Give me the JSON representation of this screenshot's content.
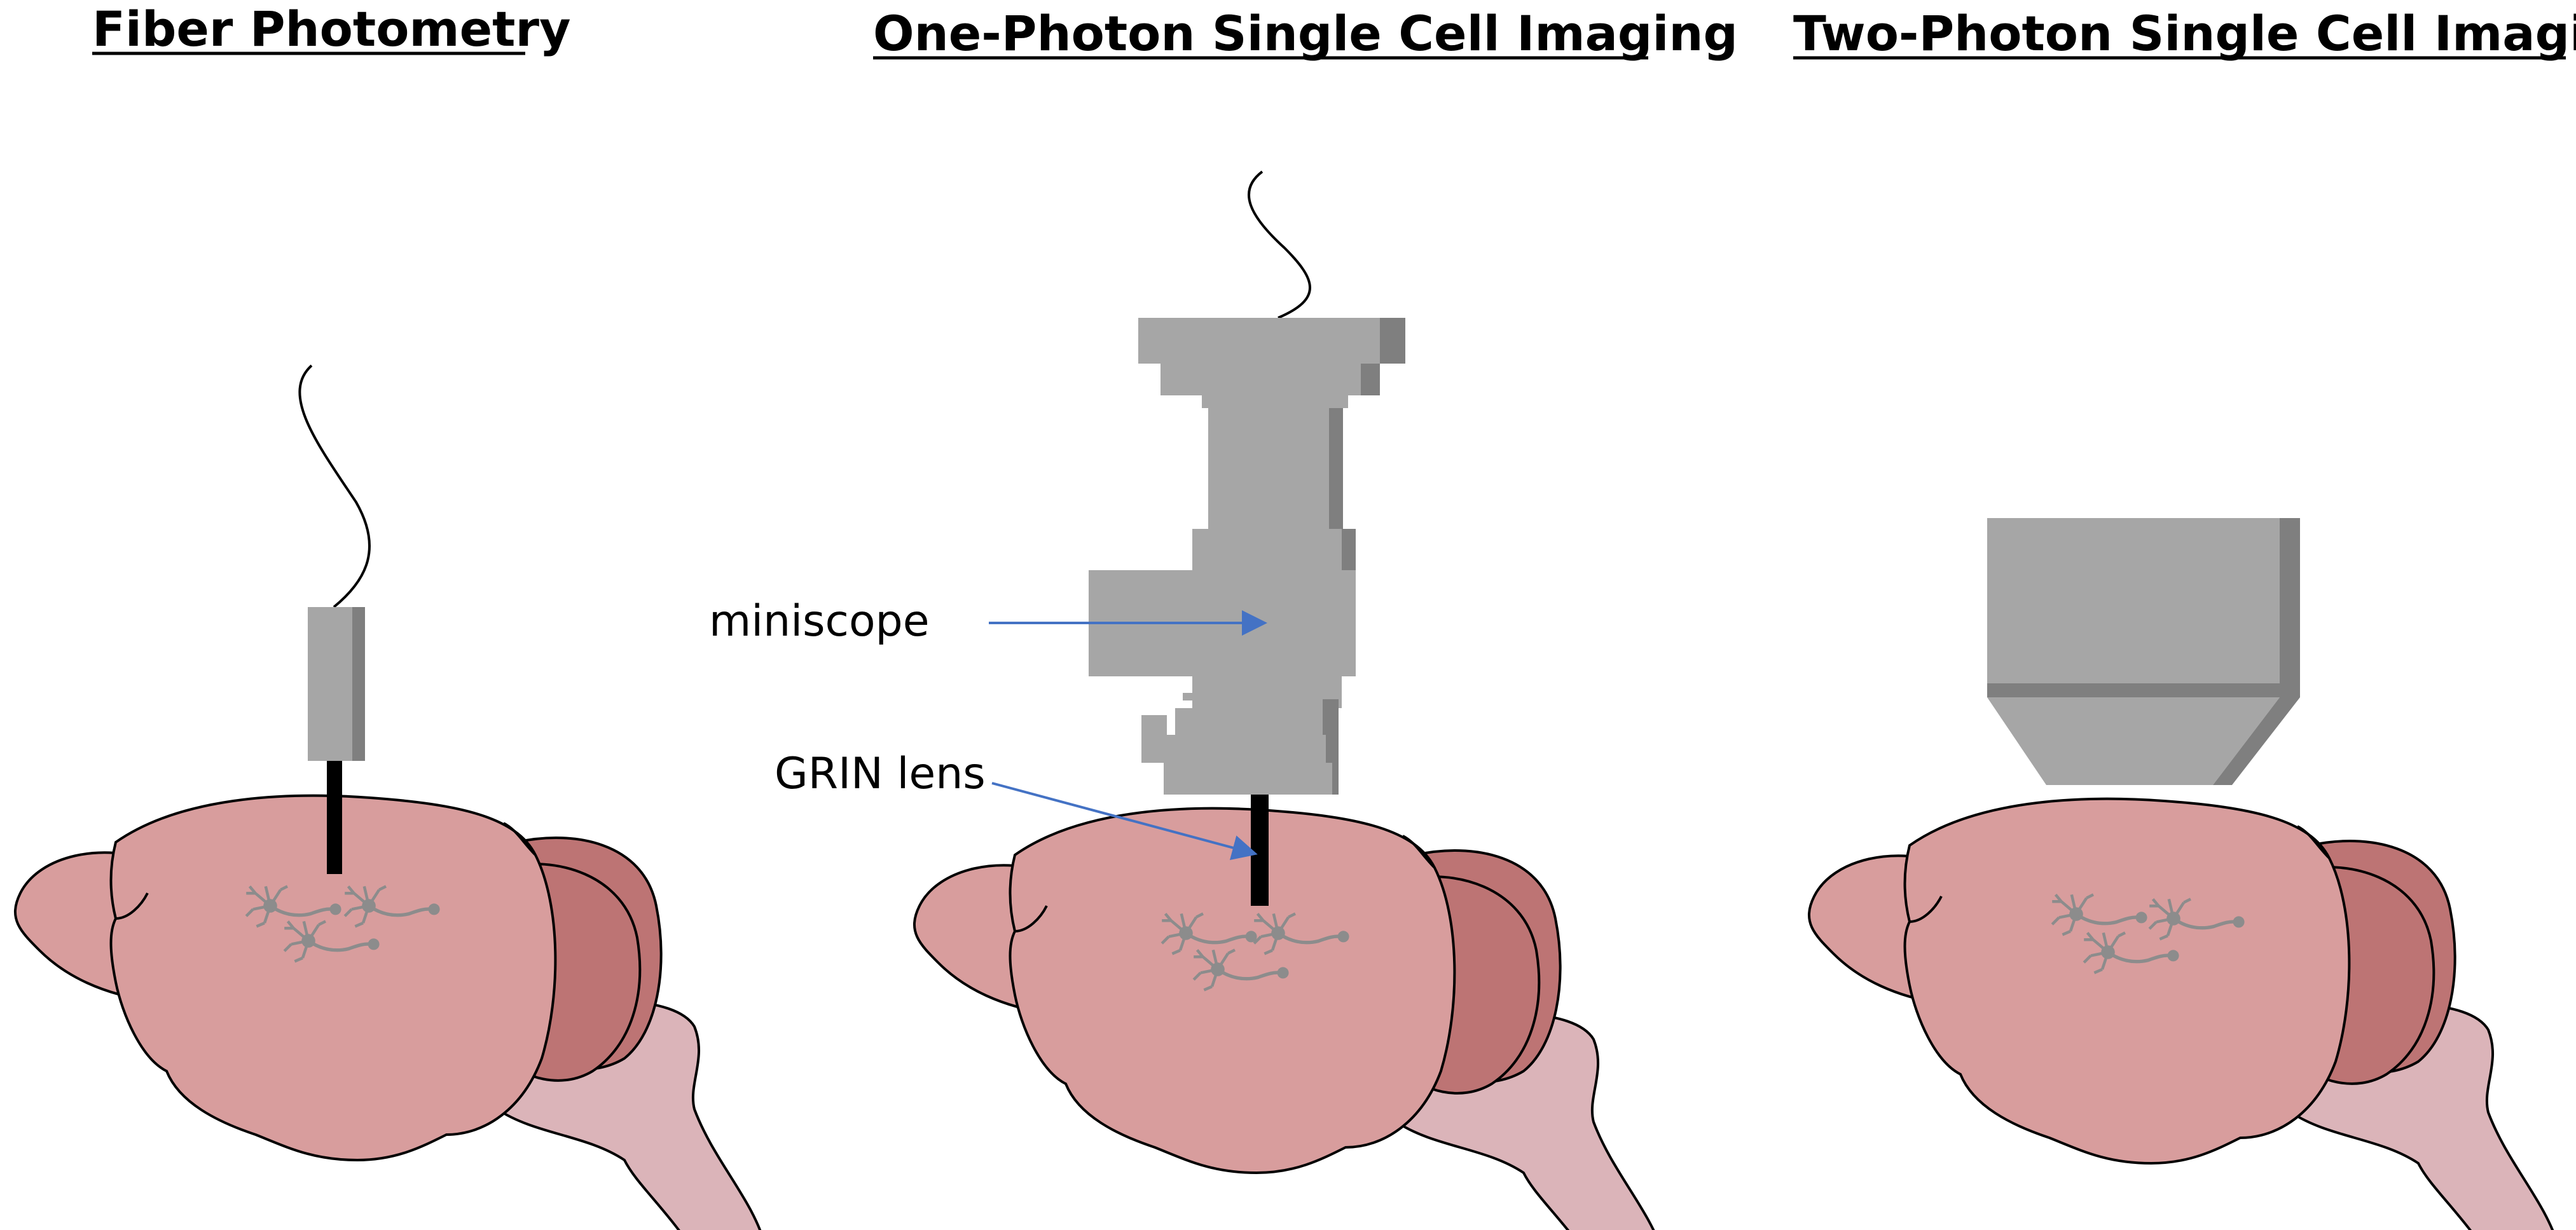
{
  "panels": [
    {
      "title": "Fiber Photometry"
    },
    {
      "title": "One-Photon Single Cell Imaging"
    },
    {
      "title": "Two-Photon Single Cell Imaging"
    }
  ],
  "annotations": {
    "miniscope": "miniscope",
    "grin_lens": "GRIN lens"
  },
  "colors": {
    "brain_body": "#d89d9d",
    "cerebellum": "#bd7474",
    "brainstem": "#dbb4b9",
    "device_gray": "#a6a6a6",
    "device_shadow": "#7f7f7f",
    "neuron": "#8c8c8c",
    "arrow": "#4472c4",
    "lens": "#000000"
  }
}
